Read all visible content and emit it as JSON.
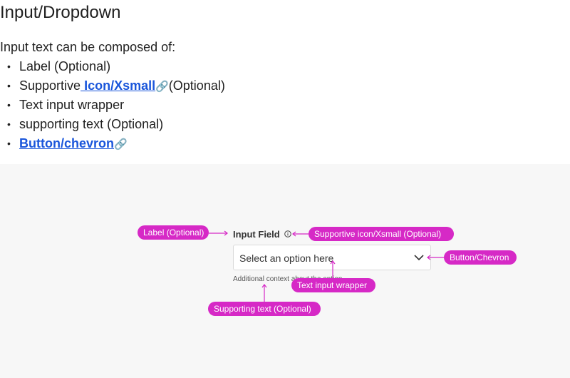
{
  "page": {
    "title": "Input/Dropdown",
    "intro": "Input text can be composed of:",
    "bullet_glyph": "•",
    "link_glyph": "🔗",
    "bullets": {
      "label": "Label (Optional)",
      "supportive_prefix": "Supportive",
      "supportive_link": " Icon/Xsmall",
      "supportive_suffix": "(Optional)",
      "wrapper": "Text input wrapper",
      "supporting": "supporting text (Optional)",
      "button_link": "Button/chevron"
    }
  },
  "component": {
    "label": "Input Field",
    "placeholder": "Select an option here",
    "supporting_text": "Additional context about the option"
  },
  "annotations": {
    "label": "Label (Optional)",
    "supportive_icon": "Supportive icon/Xsmall (Optional)",
    "button": "Button/Chevron",
    "wrapper": "Text input wrapper",
    "supporting": "Supporting text (Optional)"
  },
  "colors": {
    "annotation": "#d629c6",
    "link": "#1a56db",
    "canvas": "#f7f7f7"
  }
}
